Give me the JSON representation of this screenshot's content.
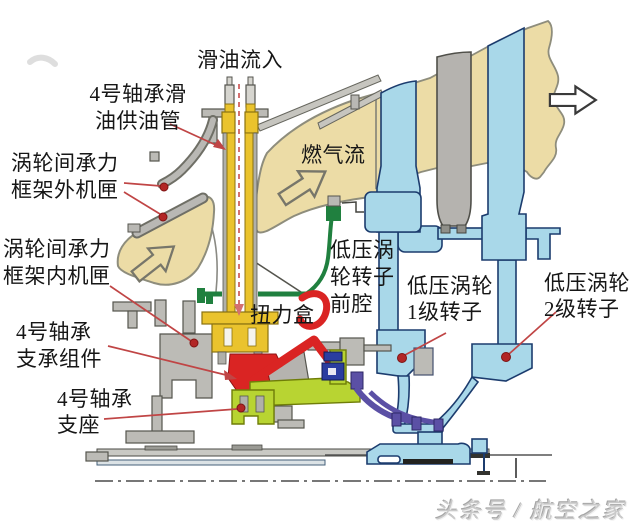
{
  "figure": {
    "description_type": "aero-engine low-pressure-turbine bearing cross-section diagram",
    "labels": {
      "oil_inflow": "滑油流入",
      "bearing4_oil_pipe": "4号轴承滑\n油供油管",
      "outer_case": "涡轮间承力\n框架外机匣",
      "inner_case": "涡轮间承力\n框架内机匣",
      "bearing4_support_assembly": "4号轴承\n支承组件",
      "bearing4_support_seat": "4号轴承\n支座",
      "torque_box": "扭力盒",
      "gas_flow": "燃气流",
      "lpt_front_cavity": "低压涡\n轮转子\n前腔",
      "lpt_stage1_rotor": "低压涡轮\n1级转子",
      "lpt_stage2_rotor": "低压涡轮\n2级转子"
    },
    "watermark": {
      "text": "头条号 / 航空之家"
    },
    "icons": {
      "gas_flow_arrow": "hollow-arrow-up-right",
      "exit_flow_arrow": "hollow-arrow-right",
      "oil_flow_arrow": "dashed-red-arrow-down",
      "leader_marker": "red-dot"
    },
    "colors": {
      "gas_path_tan": "#ecdca6",
      "rotor_blue": "#a9d8e9",
      "stator_gray": "#b5b3af",
      "oil_pipe_yellow": "#eac32d",
      "bearing_red": "#da2423",
      "seat_lime": "#b8d432",
      "casing_green": "#20803f",
      "link_purple": "#5b50a5",
      "bearing_navy": "#2a3da0",
      "leader_red": "#c04545",
      "part_gray": "#bcbbb6"
    }
  }
}
